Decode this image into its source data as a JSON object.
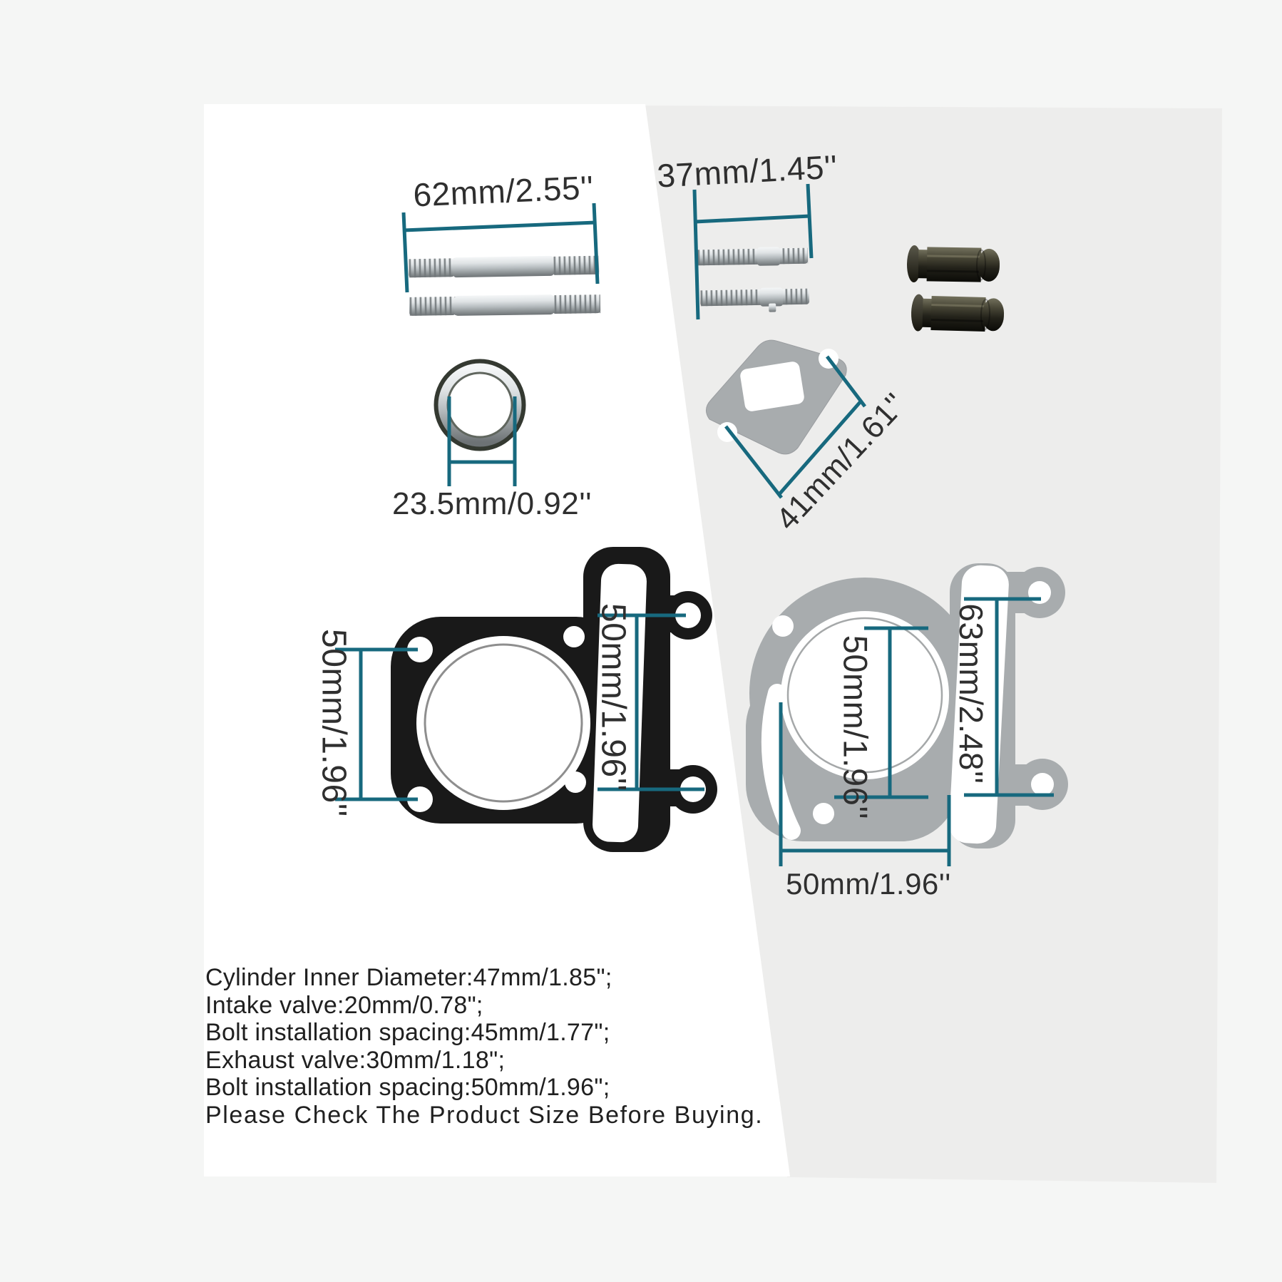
{
  "page": {
    "type": "product-dimension-diagram",
    "subject": "engine cylinder gasket kit"
  },
  "colors": {
    "accent_teal": "#17697e",
    "background": "#f5f6f5",
    "sheet_left": "#ffffff",
    "sheet_right": "#ededec",
    "gasket_black": "#191919",
    "gasket_gray": "#a8acae",
    "metal_silver": "#c6cccf",
    "nut_dark": "#23221a",
    "label_text": "#2f2f2f"
  },
  "dimensions": {
    "long_studs": "62mm/2.55''",
    "short_studs": "37mm/1.45''",
    "seal_ring": "23.5mm/0.92''",
    "exhaust_gasket": "41mm/1.61''",
    "head_gasket_left": "50mm/1.96''",
    "head_gasket_slot": "50mm/1.96''",
    "base_gasket_inner": "50mm/1.96''",
    "base_gasket_slot": "63mm/2.48''",
    "base_gasket_bore": "50mm/1.96''"
  },
  "specs": {
    "lines": [
      "Cylinder Inner Diameter:47mm/1.85\";",
      "Intake valve:20mm/0.78\";",
      "Bolt installation spacing:45mm/1.77\";",
      "Exhaust valve:30mm/1.18\";",
      "Bolt installation spacing:50mm/1.96\";",
      "Please Check The Product Size Before Buying."
    ]
  }
}
